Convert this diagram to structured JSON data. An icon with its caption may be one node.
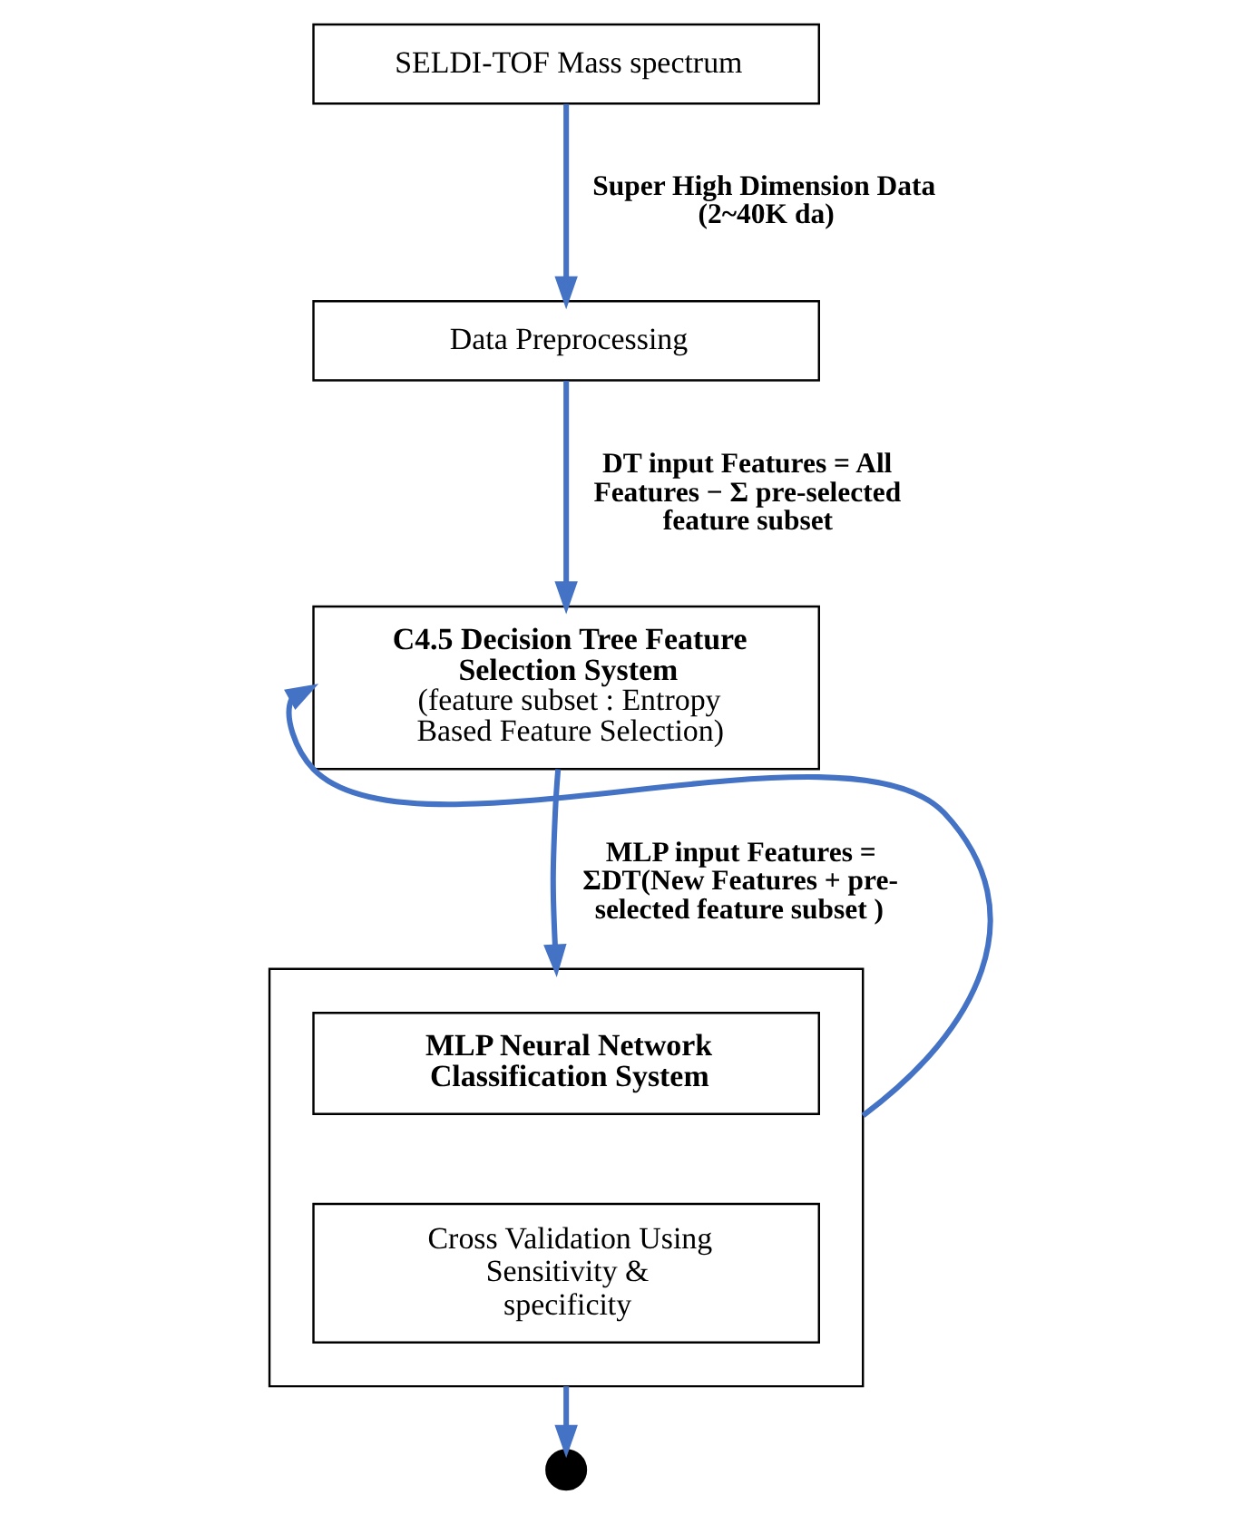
{
  "diagram": {
    "nodes": [
      {
        "text": [
          "SELDI-TOF Mass spectrum"
        ]
      },
      {
        "text": [
          "Data Preprocessing"
        ]
      },
      {
        "text": [
          "C4.5 Decision Tree Feature Selection System",
          "(feature subset : Entropy Based Feature Selection)"
        ]
      },
      {
        "text": [],
        "shape": "box"
      },
      {
        "text": [
          "MLP Neural Network Classification System"
        ],
        "in": 3
      },
      {
        "text": [
          "Cross Validation Using Sensitivity & specificity"
        ],
        "in": 3
      },
      {
        "text": [],
        "shape": "circle"
      }
    ],
    "edges": [
      {
        "from": 0,
        "to": 1,
        "arrow": "to",
        "label": "Super High Dimension Data (2~40K da)"
      },
      {
        "from": 1,
        "to": 2,
        "arrow": "to",
        "label": "DT input Features = All Features − Σ pre-selected feature subset"
      },
      {
        "from": 2,
        "to": 3,
        "arrow": "to",
        "label": "MLP input Features = ΣDT(New Features + pre-selected feature subset )"
      },
      {
        "from": 3,
        "to": 6,
        "arrow": "to"
      },
      {
        "from": 3,
        "to": 2,
        "arrow": "to"
      }
    ]
  }
}
